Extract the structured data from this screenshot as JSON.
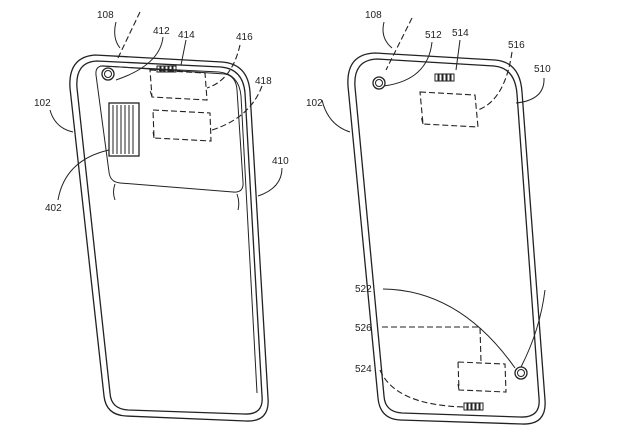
{
  "figure_left": {
    "labels": {
      "camera_ref": "108",
      "lens": "412",
      "connector": "414",
      "module_upper": "416",
      "module_lower": "418",
      "housing": "102",
      "grille": "402",
      "back_panel": "410"
    }
  },
  "figure_right": {
    "labels": {
      "camera_ref": "108",
      "lens": "512",
      "connector": "514",
      "module_upper": "516",
      "back_panel": "510",
      "housing": "102",
      "lower_lens": "522",
      "lower_module": "526",
      "lower_connector": "524"
    }
  }
}
